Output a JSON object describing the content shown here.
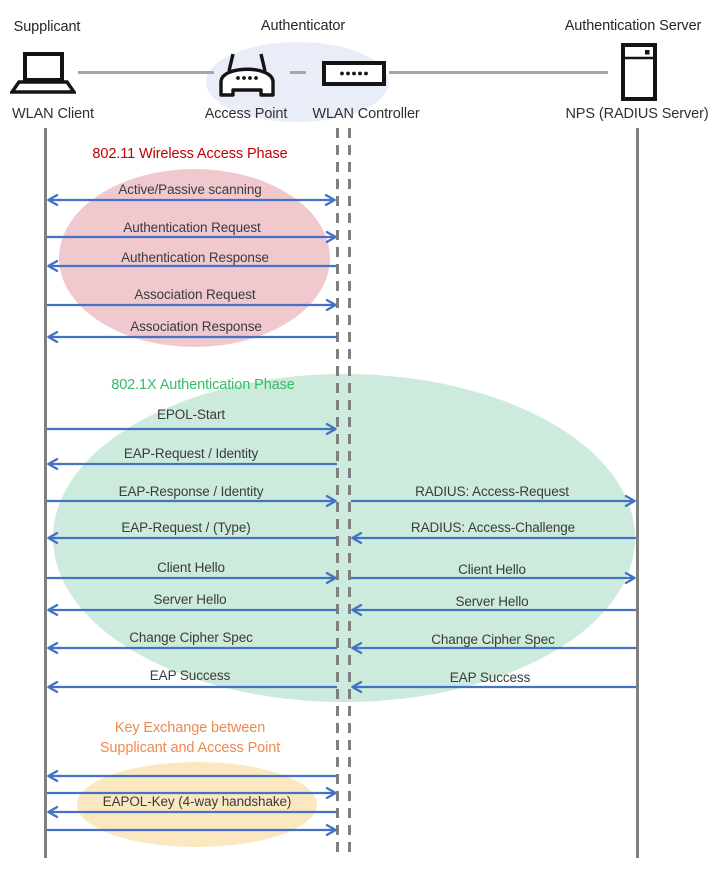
{
  "roles": {
    "supplicant": "Supplicant",
    "authenticator": "Authenticator",
    "auth_server": "Authentication Server"
  },
  "devices": {
    "wlan_client": "WLAN Client",
    "access_point": "Access Point",
    "wlan_controller": "WLAN Controller",
    "nps": "NPS (RADIUS Server)"
  },
  "phases": {
    "wireless_access": {
      "title": "802.11 Wireless Access Phase",
      "title_color": "#C00000",
      "ellipse_color": "#F0C9CF",
      "messages": [
        {
          "label": "Active/Passive scanning",
          "direction": "both"
        },
        {
          "label": "Authentication Request",
          "direction": "right"
        },
        {
          "label": "Authentication Response",
          "direction": "left"
        },
        {
          "label": "Association Request",
          "direction": "right"
        },
        {
          "label": "Association Response",
          "direction": "left"
        }
      ]
    },
    "authentication": {
      "title": "802.1X Authentication Phase",
      "title_color": "#2FBE66",
      "ellipse_color": "#CDEBDC",
      "client_messages": [
        {
          "label": "EPOL-Start",
          "direction": "right"
        },
        {
          "label": "EAP-Request / Identity",
          "direction": "left"
        },
        {
          "label": "EAP-Response / Identity",
          "direction": "right"
        },
        {
          "label": "EAP-Request / (Type)",
          "direction": "left"
        },
        {
          "label": "Client Hello",
          "direction": "right"
        },
        {
          "label": "Server Hello",
          "direction": "left"
        },
        {
          "label": "Change Cipher Spec",
          "direction": "left"
        },
        {
          "label": "EAP Success",
          "direction": "left"
        }
      ],
      "server_messages": [
        {
          "label": "RADIUS: Access-Request",
          "direction": "right"
        },
        {
          "label": "RADIUS: Access-Challenge",
          "direction": "left"
        },
        {
          "label": "Client Hello",
          "direction": "right"
        },
        {
          "label": "Server Hello",
          "direction": "left"
        },
        {
          "label": "Change Cipher Spec",
          "direction": "left"
        },
        {
          "label": "EAP Success",
          "direction": "left"
        }
      ]
    },
    "key_exchange": {
      "title_line1": "Key Exchange between",
      "title_line2": "Supplicant and Access Point",
      "title_color": "#ED8A4F",
      "ellipse_color": "#FBE8C0",
      "messages": [
        {
          "label": "EAPOL-Key (4-way handshake)",
          "direction": "both"
        }
      ]
    }
  },
  "colors": {
    "arrow": "#4472C4",
    "lifeline": "#7F7F7F",
    "connector": "#A6A6A6",
    "authenticator_ellipse": "#E9EDF7"
  }
}
